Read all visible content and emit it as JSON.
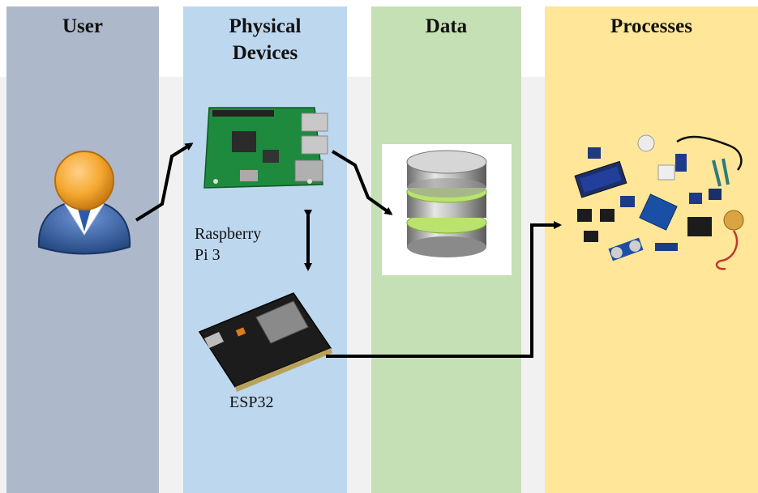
{
  "lanes": [
    {
      "id": "user",
      "title": "User",
      "color": "#adb9ca"
    },
    {
      "id": "devices",
      "title": "Physical\nDevices",
      "color": "#bdd7ee"
    },
    {
      "id": "data",
      "title": "Data",
      "color": "#c5e0b4"
    },
    {
      "id": "processes",
      "title": "Processes",
      "color": "#ffe699"
    }
  ],
  "devices": {
    "raspberry_label": "Raspberry\n Pi 3",
    "esp32_label": "ESP32"
  },
  "icons": {
    "user": "user-avatar-icon",
    "raspberry": "raspberry-pi-board-icon",
    "esp32": "esp32-board-icon",
    "database": "database-icon",
    "sensors": "sensor-modules-icon"
  },
  "colors": {
    "arrow": "#000000",
    "background_gap": "#f1f1f1"
  }
}
